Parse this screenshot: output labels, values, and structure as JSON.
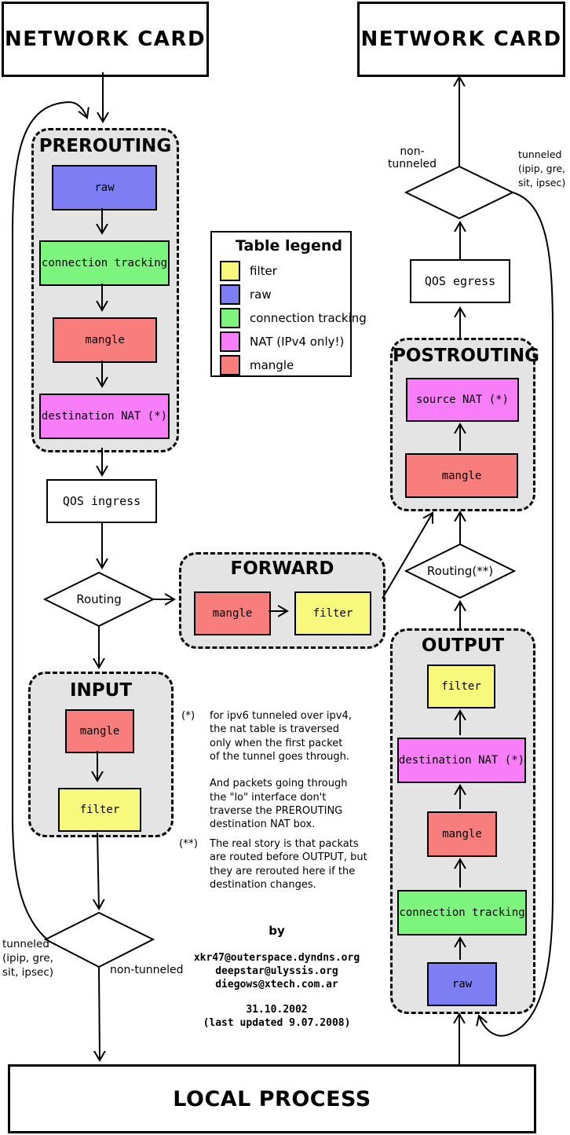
{
  "colors": {
    "filter": "#f8f87d",
    "raw": "#7d7df4",
    "connection_tracking": "#7df47d",
    "nat": "#f87df8",
    "mangle": "#f87d7d",
    "chain_bg": "#e4e4e4"
  },
  "network_card_left": {
    "label": "NETWORK CARD"
  },
  "network_card_right": {
    "label": "NETWORK CARD"
  },
  "local_process": {
    "label": "LOCAL PROCESS"
  },
  "qos": {
    "ingress": "QOS ingress",
    "egress": "QOS egress"
  },
  "decisions": {
    "routing": "Routing",
    "routing_double_star": "Routing(**)"
  },
  "chains": {
    "prerouting": {
      "title": "PREROUTING",
      "boxes": [
        {
          "label": "raw"
        },
        {
          "label": "connection tracking"
        },
        {
          "label": "mangle"
        },
        {
          "label": "destination NAT (*)"
        }
      ]
    },
    "input": {
      "title": "INPUT",
      "boxes": [
        {
          "label": "mangle"
        },
        {
          "label": "filter"
        }
      ]
    },
    "forward": {
      "title": "FORWARD",
      "boxes": [
        {
          "label": "mangle"
        },
        {
          "label": "filter"
        }
      ]
    },
    "postrouting": {
      "title": "POSTROUTING",
      "boxes": [
        {
          "label": "source NAT (*)"
        },
        {
          "label": "mangle"
        }
      ]
    },
    "output": {
      "title": "OUTPUT",
      "boxes": [
        {
          "label": "filter"
        },
        {
          "label": "destination NAT (*)"
        },
        {
          "label": "mangle"
        },
        {
          "label": "connection tracking"
        },
        {
          "label": "raw"
        }
      ]
    }
  },
  "legend": {
    "title": "Table legend",
    "items": [
      {
        "label": "filter"
      },
      {
        "label": "raw"
      },
      {
        "label": "connection tracking"
      },
      {
        "label": "NAT (IPv4 only!)"
      },
      {
        "label": "mangle"
      }
    ]
  },
  "labels": {
    "top_non_tunneled": "non-tunneled",
    "top_tunneled": "tunneled\n(ipip, gre,\nsit, ipsec)",
    "bottom_tunneled": "tunneled\n(ipip, gre,\nsit, ipsec)",
    "bottom_non_tunneled": "non-tunneled"
  },
  "notes": {
    "star_marker": "(*)",
    "star_text": "for ipv6 tunneled over ipv4,\nthe nat table is traversed\nonly when the first packet\nof the tunnel goes through.\n\nAnd packets going through\nthe \"lo\" interface don't\ntraverse the PREROUTING\ndestination NAT box.",
    "double_star_marker": "(**)",
    "double_star_text": "The real story is that packats\nare routed before OUTPUT, but\nthey are rerouted here if the\ndestination changes."
  },
  "credits": {
    "by": "by",
    "authors": "xkr47@outerspace.dyndns.org\ndeepstar@ulyssis.org\ndiegows@xtech.com.ar",
    "date": "31.10.2002\n(last updated 9.07.2008)"
  }
}
